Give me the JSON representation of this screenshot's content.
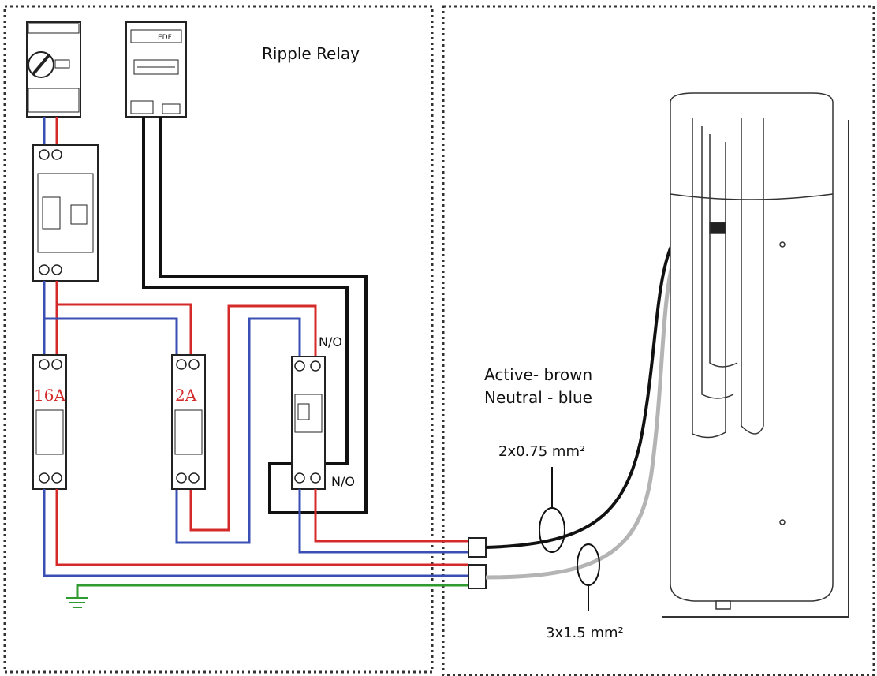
{
  "labels": {
    "ripple_relay": "Ripple Relay",
    "no_top": "N/O",
    "no_bottom": "N/O",
    "active_brown": "Active- brown",
    "neutral_blue": "Neutral - blue",
    "cable_small": "2x0.75 mm²",
    "cable_large": "3x1.5 mm²",
    "breaker_16a": "16A",
    "breaker_2a": "2A"
  },
  "colors": {
    "active": "#d42a2a",
    "neutral": "#3a4fb4",
    "earth": "#2f9a2f",
    "control": "#111111",
    "cable_grey": "#b4b4b4",
    "border": "#333333"
  }
}
